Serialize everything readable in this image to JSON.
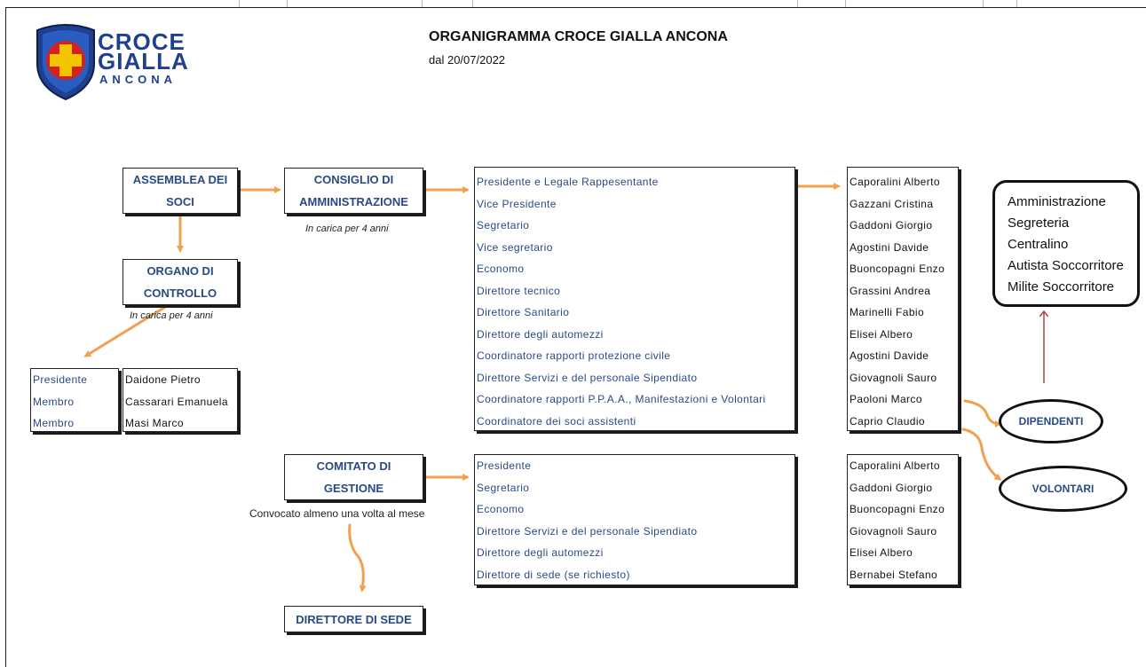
{
  "header": {
    "title": "ORGANIGRAMMA CROCE GIALLA ANCONA",
    "subtitle": "dal 20/07/2022"
  },
  "logo": {
    "line1": "CROCE",
    "line2": "GIALLA",
    "line3": "ANCONA"
  },
  "nodes": {
    "assemblea": {
      "line1": "ASSEMBLEA DEI",
      "line2": "SOCI"
    },
    "consiglio": {
      "line1": "CONSIGLIO DI",
      "line2": "AMMINISTRAZIONE",
      "note": "In carica per 4 anni"
    },
    "organo": {
      "line1": "ORGANO DI",
      "line2": "CONTROLLO",
      "note": "In carica per 4 anni"
    },
    "comitato": {
      "line1": "COMITATO DI",
      "line2": "GESTIONE",
      "note": "Convocato almeno una volta al mese"
    },
    "direttore_sede": {
      "label": "DIRETTORE DI SEDE"
    }
  },
  "consiglio_roles": [
    "Presidente e Legale Rappesentante",
    "Vice Presidente",
    "Segretario",
    "Vice segretario",
    "Economo",
    "Direttore tecnico",
    "Direttore Sanitario",
    "Direttore degli automezzi",
    "Coordinatore rapporti protezione civile",
    "Direttore Servizi e del personale Sipendiato",
    "Coordinatore rapporti P.P.A.A., Manifestazioni e Volontari",
    "Coordinatore dei soci assistenti"
  ],
  "consiglio_members": [
    "Caporalini Alberto",
    "Gazzani Cristina",
    "Gaddoni Giorgio",
    "Agostini Davide",
    "Buoncopagni Enzo",
    "Grassini Andrea",
    "Marinelli Fabio",
    "Elisei Albero",
    "Agostini Davide",
    "Giovagnoli Sauro",
    "Paoloni Marco",
    "Caprio Claudio"
  ],
  "organo_roles": [
    "Presidente",
    "Membro",
    "Membro"
  ],
  "organo_members": [
    "Daidone Pietro",
    "Cassarari Emanuela",
    "Masi Marco"
  ],
  "comitato_roles": [
    "Presidente",
    "Segretario",
    "Economo",
    "Direttore Servizi e del personale Sipendiato",
    "Direttore degli automezzi",
    "Direttore di sede (se richiesto)"
  ],
  "comitato_members": [
    "Caporalini Alberto",
    "Gaddoni Giorgio",
    "Buoncopagni Enzo",
    "Giovagnoli Sauro",
    "Elisei Albero",
    "Bernabei Stefano"
  ],
  "staff_areas": [
    "Amministrazione",
    "Segreteria",
    "Centralino",
    "Autista Soccorritore",
    "Milite Soccorritore"
  ],
  "groups": {
    "dipendenti": "DIPENDENTI",
    "volontari": "VOLONTARI"
  },
  "colors": {
    "arrow": "#f0a050",
    "label_blue": "#2a4a86",
    "link_red": "#b04040",
    "logo_blue": "#1f3f8f",
    "logo_yellow": "#f5c400"
  }
}
